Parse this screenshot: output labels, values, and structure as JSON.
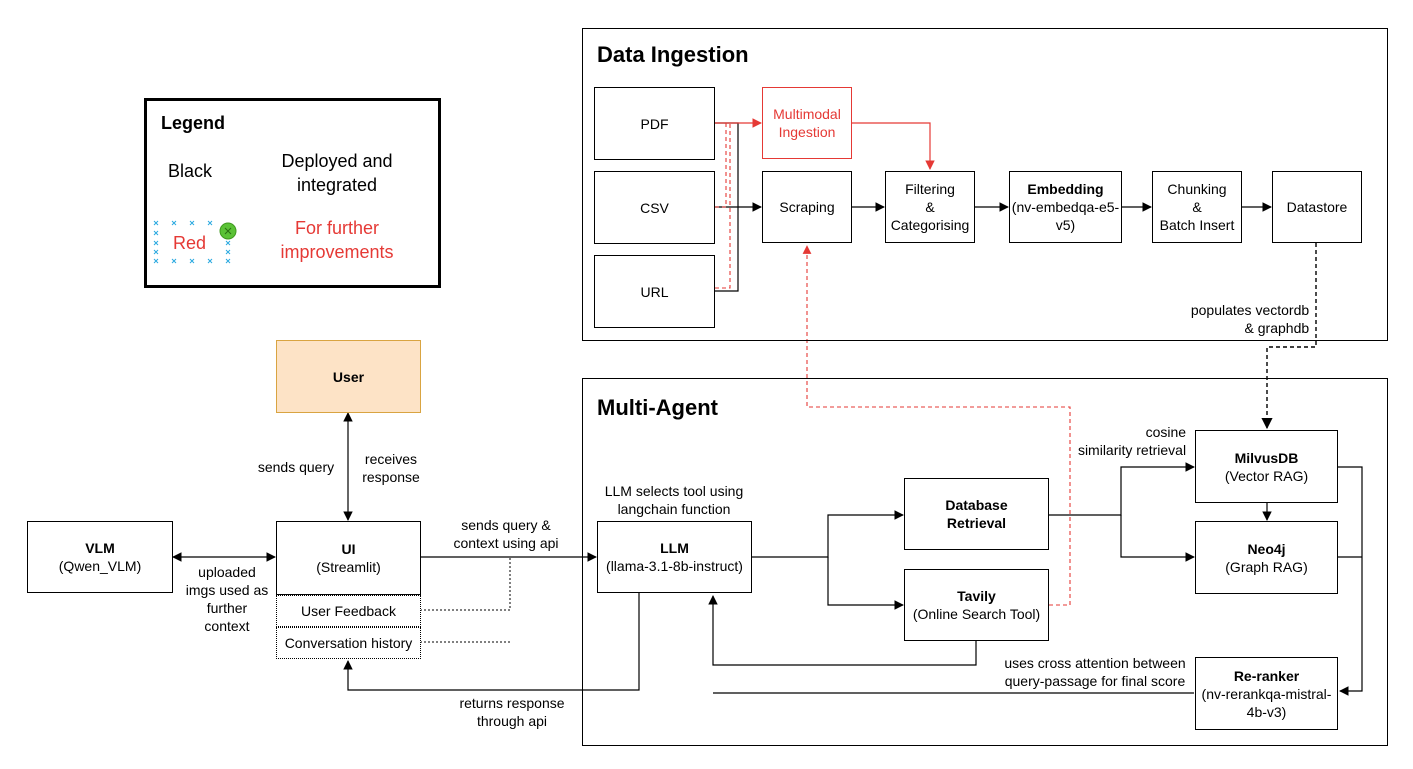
{
  "legend": {
    "title": "Legend",
    "black_label": "Black",
    "black_desc": [
      "Deployed and",
      "integrated"
    ],
    "red_label": "Red",
    "red_desc": [
      "For further",
      "improvements"
    ]
  },
  "sections": {
    "ingestion_title": "Data Ingestion",
    "agent_title": "Multi-Agent"
  },
  "nodes": {
    "pdf": "PDF",
    "csv": "CSV",
    "url": "URL",
    "multimodal": [
      "Multimodal",
      "Ingestion"
    ],
    "scraping": "Scraping",
    "filtering": [
      "Filtering",
      "&",
      "Categorising"
    ],
    "embedding_title": "Embedding",
    "embedding_sub": [
      "(nv-embedqa-e5-",
      "v5)"
    ],
    "chunking": [
      "Chunking",
      "&",
      "Batch Insert"
    ],
    "datastore": "Datastore",
    "user": "User",
    "vlm_title": "VLM",
    "vlm_sub": "(Qwen_VLM)",
    "ui_title": "UI",
    "ui_sub": "(Streamlit)",
    "user_feedback": "User Feedback",
    "conversation_history": "Conversation history",
    "llm_title": "LLM",
    "llm_sub": "(llama-3.1-8b-instruct)",
    "db_retrieval": [
      "Database",
      "Retrieval"
    ],
    "tavily_title": "Tavily",
    "tavily_sub": "(Online Search Tool)",
    "milvus_title": "MilvusDB",
    "milvus_sub": "(Vector RAG)",
    "neo4j_title": "Neo4j",
    "neo4j_sub": "(Graph RAG)",
    "reranker_title": "Re-ranker",
    "reranker_sub": [
      "(nv-rerankqa-mistral-",
      "4b-v3)"
    ]
  },
  "edge_labels": {
    "populates": [
      "populates vectordb",
      "& graphdb"
    ],
    "sends_query": "sends query",
    "receives_response": [
      "receives",
      "response"
    ],
    "uploaded_imgs": [
      "uploaded",
      "imgs used as",
      "further",
      "context"
    ],
    "sends_query_context": [
      "sends query &",
      "context using api"
    ],
    "llm_selects": [
      "LLM selects tool using",
      "langchain function"
    ],
    "cosine": [
      "cosine",
      "similarity retrieval"
    ],
    "cross_attention": [
      "uses cross attention between",
      "query-passage for final score"
    ],
    "returns_response": [
      "returns response",
      "through api"
    ]
  },
  "colors": {
    "black": "#000000",
    "red": "#e53935",
    "user_fill": "#fde3c6",
    "user_border": "#d9a441",
    "legend_dot": "#5bc236",
    "legend_cross": "#29a9e0"
  }
}
